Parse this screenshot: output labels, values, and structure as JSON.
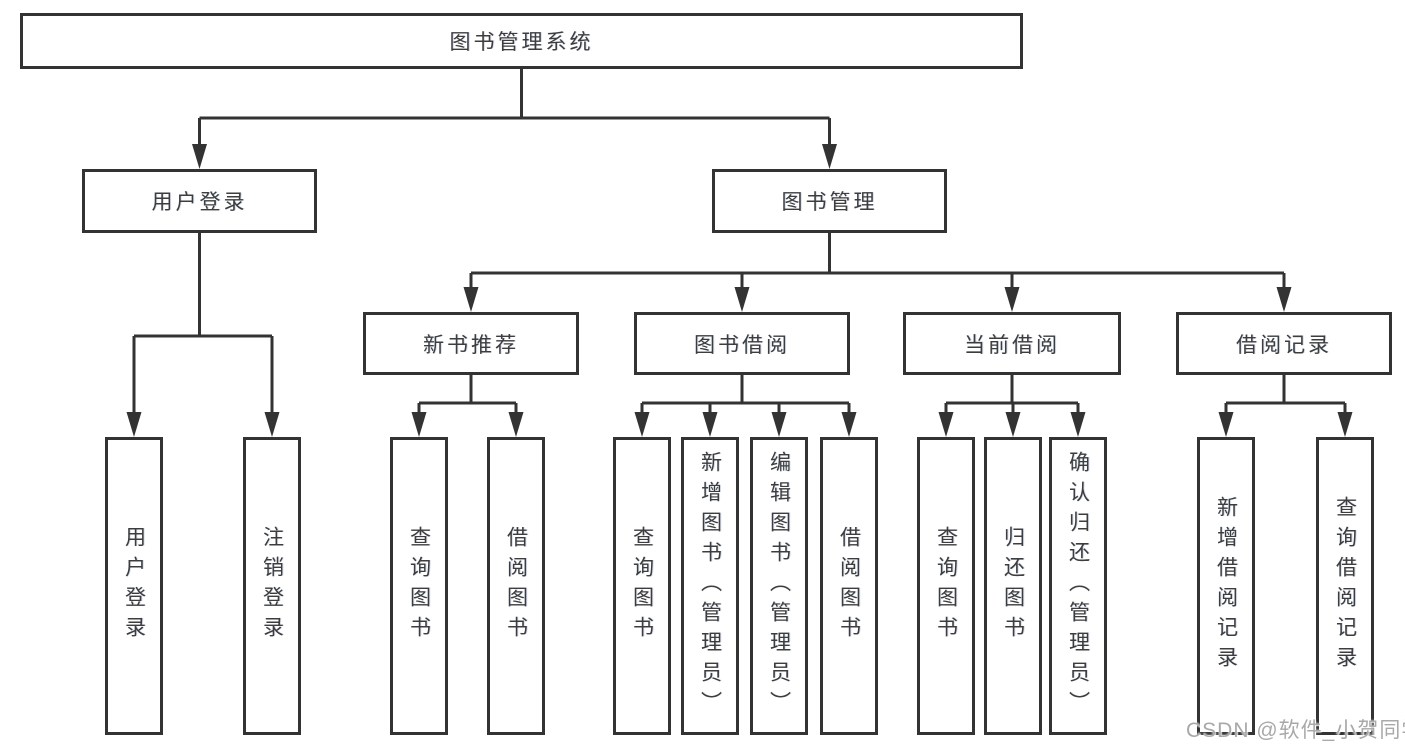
{
  "diagram": {
    "root": {
      "label": "图书管理系统"
    },
    "level2": [
      {
        "label": "用户登录"
      },
      {
        "label": "图书管理"
      }
    ],
    "level3": [
      {
        "label": "新书推荐"
      },
      {
        "label": "图书借阅"
      },
      {
        "label": "当前借阅"
      },
      {
        "label": "借阅记录"
      }
    ],
    "leaves": [
      {
        "label": "用户登录"
      },
      {
        "label": "注销登录"
      },
      {
        "label": "查询图书"
      },
      {
        "label": "借阅图书"
      },
      {
        "label": "查询图书"
      },
      {
        "label": "新增图书（管理员）"
      },
      {
        "label": "编辑图书（管理员）"
      },
      {
        "label": "借阅图书"
      },
      {
        "label": "查询图书"
      },
      {
        "label": "归还图书"
      },
      {
        "label": "确认归还（管理员）"
      },
      {
        "label": "新增借阅记录"
      },
      {
        "label": "查询借阅记录"
      }
    ]
  },
  "watermark": {
    "text": "CSDN @软件_小贺同学"
  },
  "colors": {
    "line": "#333333",
    "box_border": "#333333",
    "box_fill": "#ffffff",
    "text": "#3d3d3d",
    "watermark": "#a9a9a9"
  }
}
